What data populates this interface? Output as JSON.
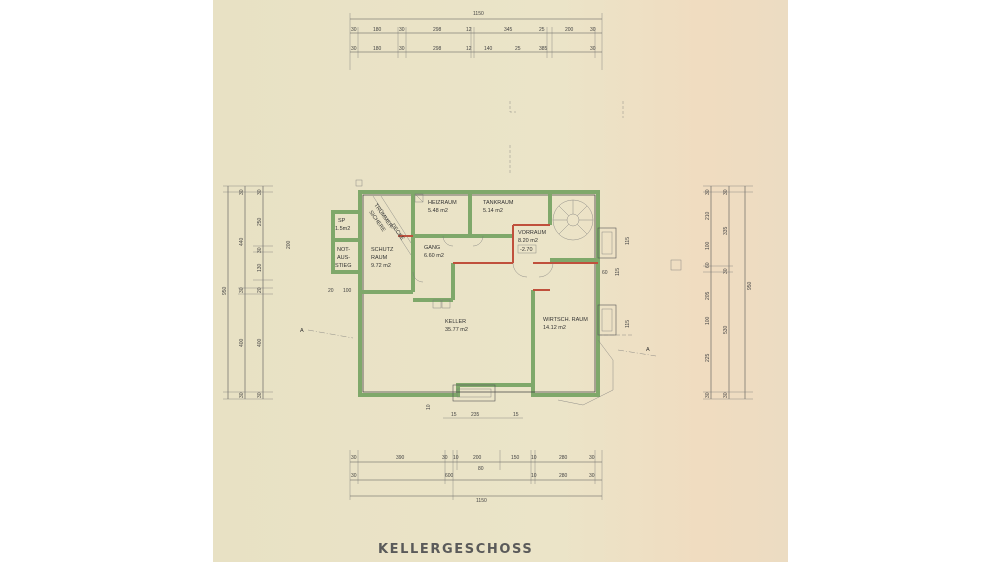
{
  "title": "KELLERGESCHOSS",
  "rooms": [
    {
      "name": "HEIZRAUM",
      "area": "5.48 m2"
    },
    {
      "name": "TANKRAUM",
      "area": "5.14 m2"
    },
    {
      "name": "VORRAUM",
      "area": "8.20 m2"
    },
    {
      "name": "GANG",
      "area": "6.60 m2"
    },
    {
      "name": "SCHUTZ",
      "name2": "RAUM",
      "area": "9.72 m2"
    },
    {
      "name": "KELLER",
      "area": "35.77 m2"
    },
    {
      "name": "WIRTSCH. RAUM",
      "area": "14.12 m2"
    },
    {
      "name": "SP",
      "area": "1.5m2"
    },
    {
      "name": "NOT-",
      "name2": "AUS-",
      "name3": "STIEG"
    }
  ],
  "notes": {
    "truemmer1": "TRÜMMER-",
    "truemmer2": "SICHERE",
    "decke": "DECKE",
    "level": "-2.70",
    "section_a": "A"
  },
  "dims": {
    "top_total": "1150",
    "top_row1": [
      "30",
      "180",
      "30",
      "298",
      "12",
      "345",
      "25",
      "200",
      "30"
    ],
    "top_row2": [
      "30",
      "180",
      "30",
      "298",
      "12",
      "140",
      "25",
      "385",
      "30"
    ],
    "bottom_row1": [
      "30",
      "390",
      "30",
      "10",
      "200",
      "150",
      "10",
      "280",
      "30"
    ],
    "bottom_mid": "80",
    "bottom_row2": [
      "30",
      "600",
      "10",
      "280",
      "30"
    ],
    "bottom_total": "1150",
    "left_total": "950",
    "left_a": [
      "30",
      "440",
      "30",
      "400",
      "30"
    ],
    "left_b": [
      "30",
      "250",
      "30",
      "130",
      "20",
      "400",
      "30"
    ],
    "left_small": [
      "200",
      "100",
      "20"
    ],
    "right_total": "950",
    "right_a": [
      "30",
      "335",
      "30",
      "530",
      "30"
    ],
    "right_b": [
      "30",
      "210",
      "100",
      "60",
      "205",
      "100",
      "225",
      "30"
    ],
    "inner": [
      "115",
      "60",
      "115",
      "115",
      "235",
      "15",
      "15",
      "10"
    ]
  }
}
